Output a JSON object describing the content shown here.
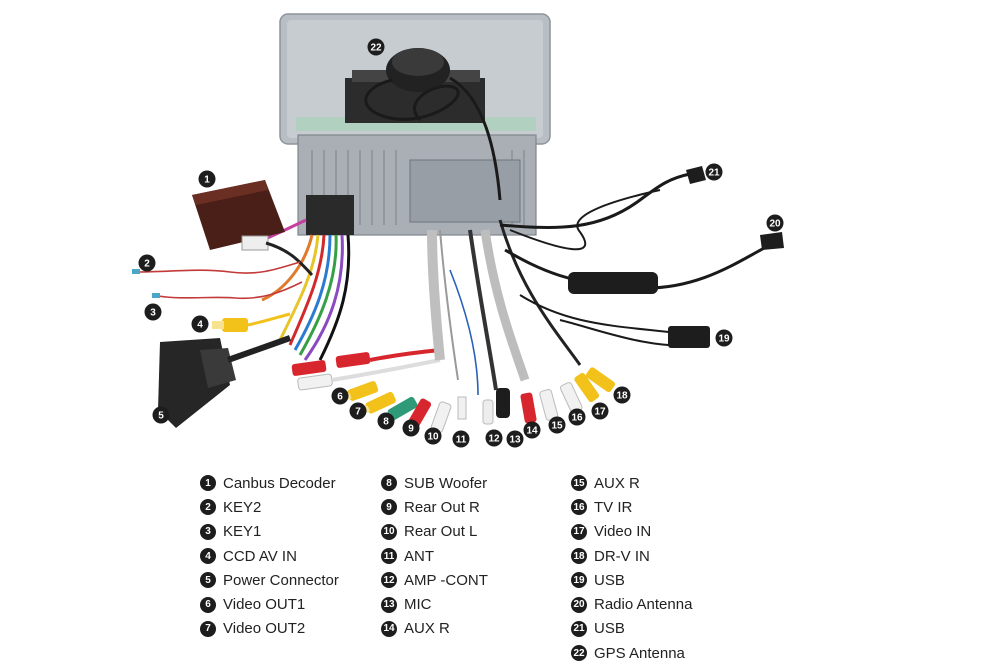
{
  "diagram": {
    "callouts": [
      {
        "num": "1",
        "label": "Canbus Decoder"
      },
      {
        "num": "2",
        "label": "KEY2"
      },
      {
        "num": "3",
        "label": "KEY1"
      },
      {
        "num": "4",
        "label": "CCD AV IN"
      },
      {
        "num": "5",
        "label": "Power Connector"
      },
      {
        "num": "6",
        "label": "Video OUT1"
      },
      {
        "num": "7",
        "label": "Video OUT2"
      },
      {
        "num": "8",
        "label": "SUB Woofer"
      },
      {
        "num": "9",
        "label": "Rear Out R"
      },
      {
        "num": "10",
        "label": "Rear Out L"
      },
      {
        "num": "11",
        "label": "ANT"
      },
      {
        "num": "12",
        "label": "AMP -CONT"
      },
      {
        "num": "13",
        "label": "MIC"
      },
      {
        "num": "14",
        "label": "AUX R"
      },
      {
        "num": "15",
        "label": "AUX R"
      },
      {
        "num": "16",
        "label": "TV IR"
      },
      {
        "num": "17",
        "label": "Video IN"
      },
      {
        "num": "18",
        "label": "DR-V IN"
      },
      {
        "num": "19",
        "label": "USB"
      },
      {
        "num": "20",
        "label": "Radio Antenna"
      },
      {
        "num": "21",
        "label": "USB"
      },
      {
        "num": "22",
        "label": "GPS Antenna"
      }
    ]
  },
  "colors": {
    "badge": "#1d1d1d",
    "unit_metal": "#b9bfc5",
    "rca_red": "#d8262e",
    "rca_yellow": "#f2c21a",
    "rca_white": "#f1f1f1",
    "rca_green": "#2f9a78",
    "decoder_box": "#4a1f18"
  }
}
